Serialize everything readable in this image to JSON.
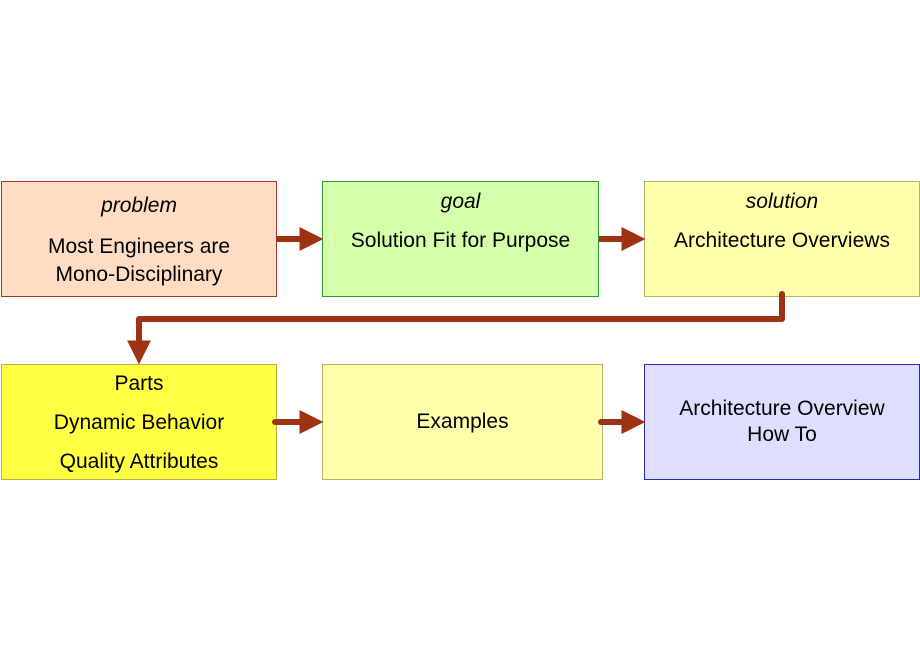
{
  "colors": {
    "arrow": "#a03214",
    "problem_fill": "#ffdcc4",
    "goal_fill": "#d6ffac",
    "solution_fill": "#ffffac",
    "parts_fill": "#ffff44",
    "examples_fill": "#ffffac",
    "howto_fill": "#dedeff"
  },
  "boxes": {
    "problem": {
      "label": "problem",
      "lines": [
        "Most Engineers are",
        "Mono-Disciplinary"
      ]
    },
    "goal": {
      "label": "goal",
      "lines": [
        "Solution Fit for Purpose"
      ]
    },
    "solution": {
      "label": "solution",
      "lines": [
        "Architecture Overviews"
      ]
    },
    "parts": {
      "lines": [
        "Parts",
        "Dynamic Behavior",
        "Quality Attributes"
      ]
    },
    "examples": {
      "lines": [
        "Examples"
      ]
    },
    "howto": {
      "lines": [
        "Architecture Overview",
        "How To"
      ]
    }
  },
  "connections": [
    {
      "from": "problem",
      "to": "goal"
    },
    {
      "from": "goal",
      "to": "solution"
    },
    {
      "from": "solution",
      "to": "parts"
    },
    {
      "from": "parts",
      "to": "examples"
    },
    {
      "from": "examples",
      "to": "howto"
    }
  ]
}
